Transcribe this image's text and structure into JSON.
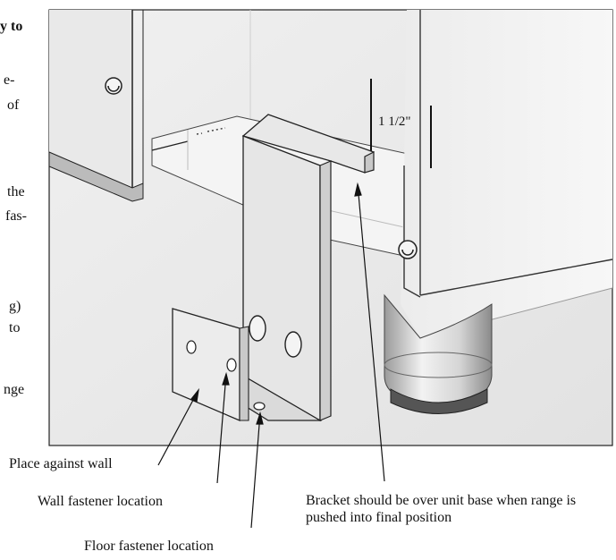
{
  "dimension_label": "1 1/2\"",
  "callouts": {
    "place_against_wall": "Place against wall",
    "wall_fastener": "Wall fastener location",
    "floor_fastener": "Floor fastener location",
    "bracket_over_base": "Bracket should be over unit base when range is pushed into final position"
  },
  "cropped_text": [
    "y to",
    "e-",
    "of",
    "the",
    "fas-",
    "g)",
    "to",
    "nge"
  ]
}
